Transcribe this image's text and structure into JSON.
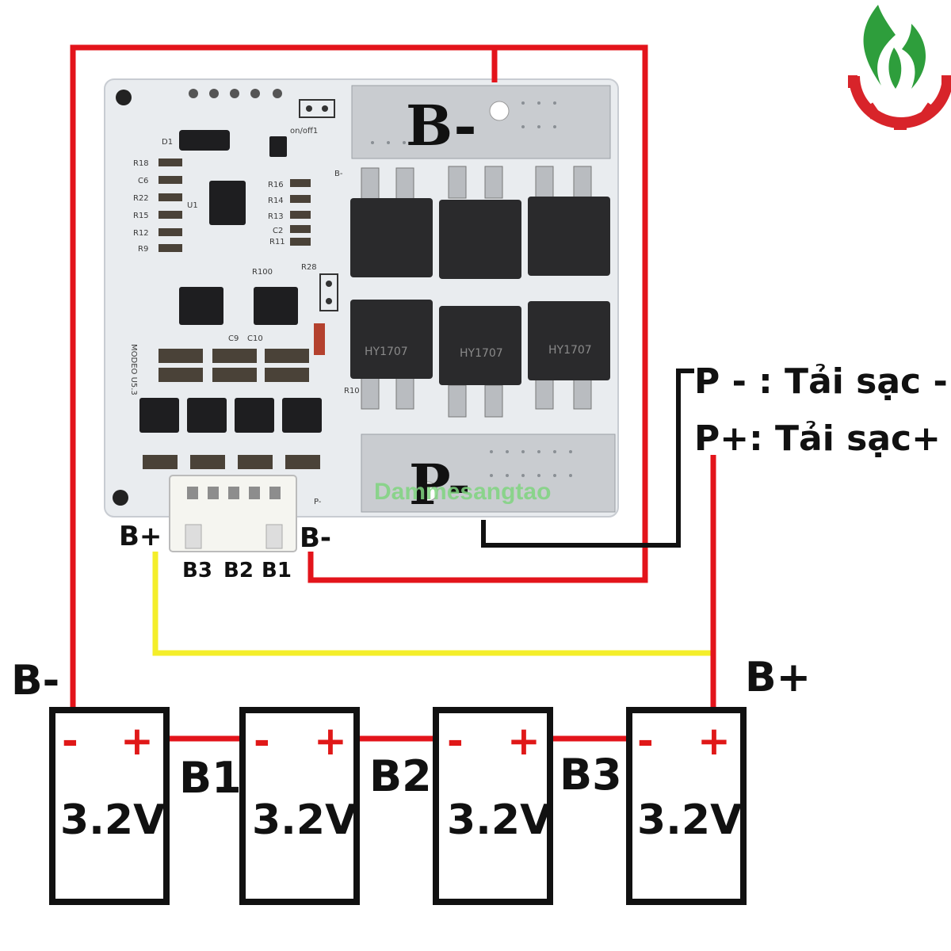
{
  "labels": {
    "board_bminus": "B-",
    "board_pminus": "P-",
    "conn_bplus": "B+",
    "conn_bminus": "B-",
    "conn_b3": "B3",
    "conn_b2": "B2",
    "conn_b1": "B1",
    "p_minus_line": "P - : Tải sạc -",
    "p_plus_line": "P+: Tải sạc+",
    "left_bminus": "B-",
    "right_bplus": "B+",
    "link_b1": "B1",
    "link_b2": "B2",
    "link_b3": "B3",
    "watermark": "Dammesangtao"
  },
  "cells": [
    {
      "voltage": "3.2V",
      "neg": "-",
      "pos": "+"
    },
    {
      "voltage": "3.2V",
      "neg": "-",
      "pos": "+"
    },
    {
      "voltage": "3.2V",
      "neg": "-",
      "pos": "+"
    },
    {
      "voltage": "3.2V",
      "neg": "-",
      "pos": "+"
    }
  ],
  "silkscreen": {
    "d1": "D1",
    "r18": "R18",
    "c6": "C6",
    "r22": "R22",
    "r15": "R15",
    "r12": "R12",
    "r9": "R9",
    "u1": "U1",
    "r16": "R16",
    "r14": "R14",
    "r13": "R13",
    "c2": "C2",
    "r11": "R11",
    "onoff": "on/off1",
    "r100": "R100",
    "r28": "R28",
    "c9": "C9",
    "c10": "C10",
    "model": "MODEO U5.3",
    "r10": "R10",
    "bminus_small": "B-",
    "pminus_small": "P-",
    "mosfet": "HY1707"
  },
  "colors": {
    "wire_red": "#e3141b",
    "wire_black": "#111111",
    "wire_yellow": "#f4ee2a",
    "pcb": "#e9ecef",
    "copper": "#c9ccd0",
    "logo_green": "#2e9e3c",
    "logo_red": "#d8242a"
  },
  "icons": {
    "logo": "flame-gear-logo"
  }
}
